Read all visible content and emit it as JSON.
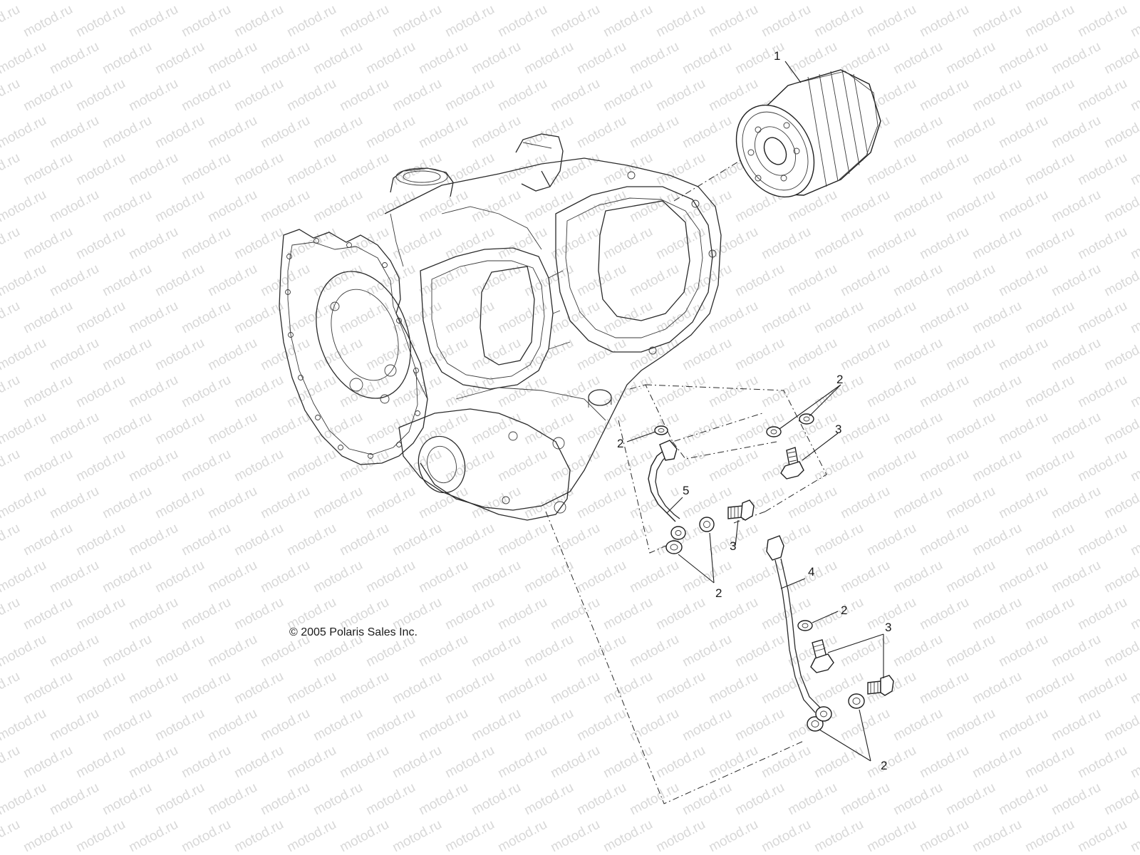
{
  "watermark": {
    "text": "motod.ru"
  },
  "copyright": "© 2005 Polaris Sales Inc.",
  "callouts": {
    "c1": "1",
    "c2a": "2",
    "c2b": "2",
    "c2c": "2",
    "c2d": "2",
    "c2e": "2",
    "c3a": "3",
    "c3b": "3",
    "c3c": "3",
    "c4": "4",
    "c5": "5"
  }
}
